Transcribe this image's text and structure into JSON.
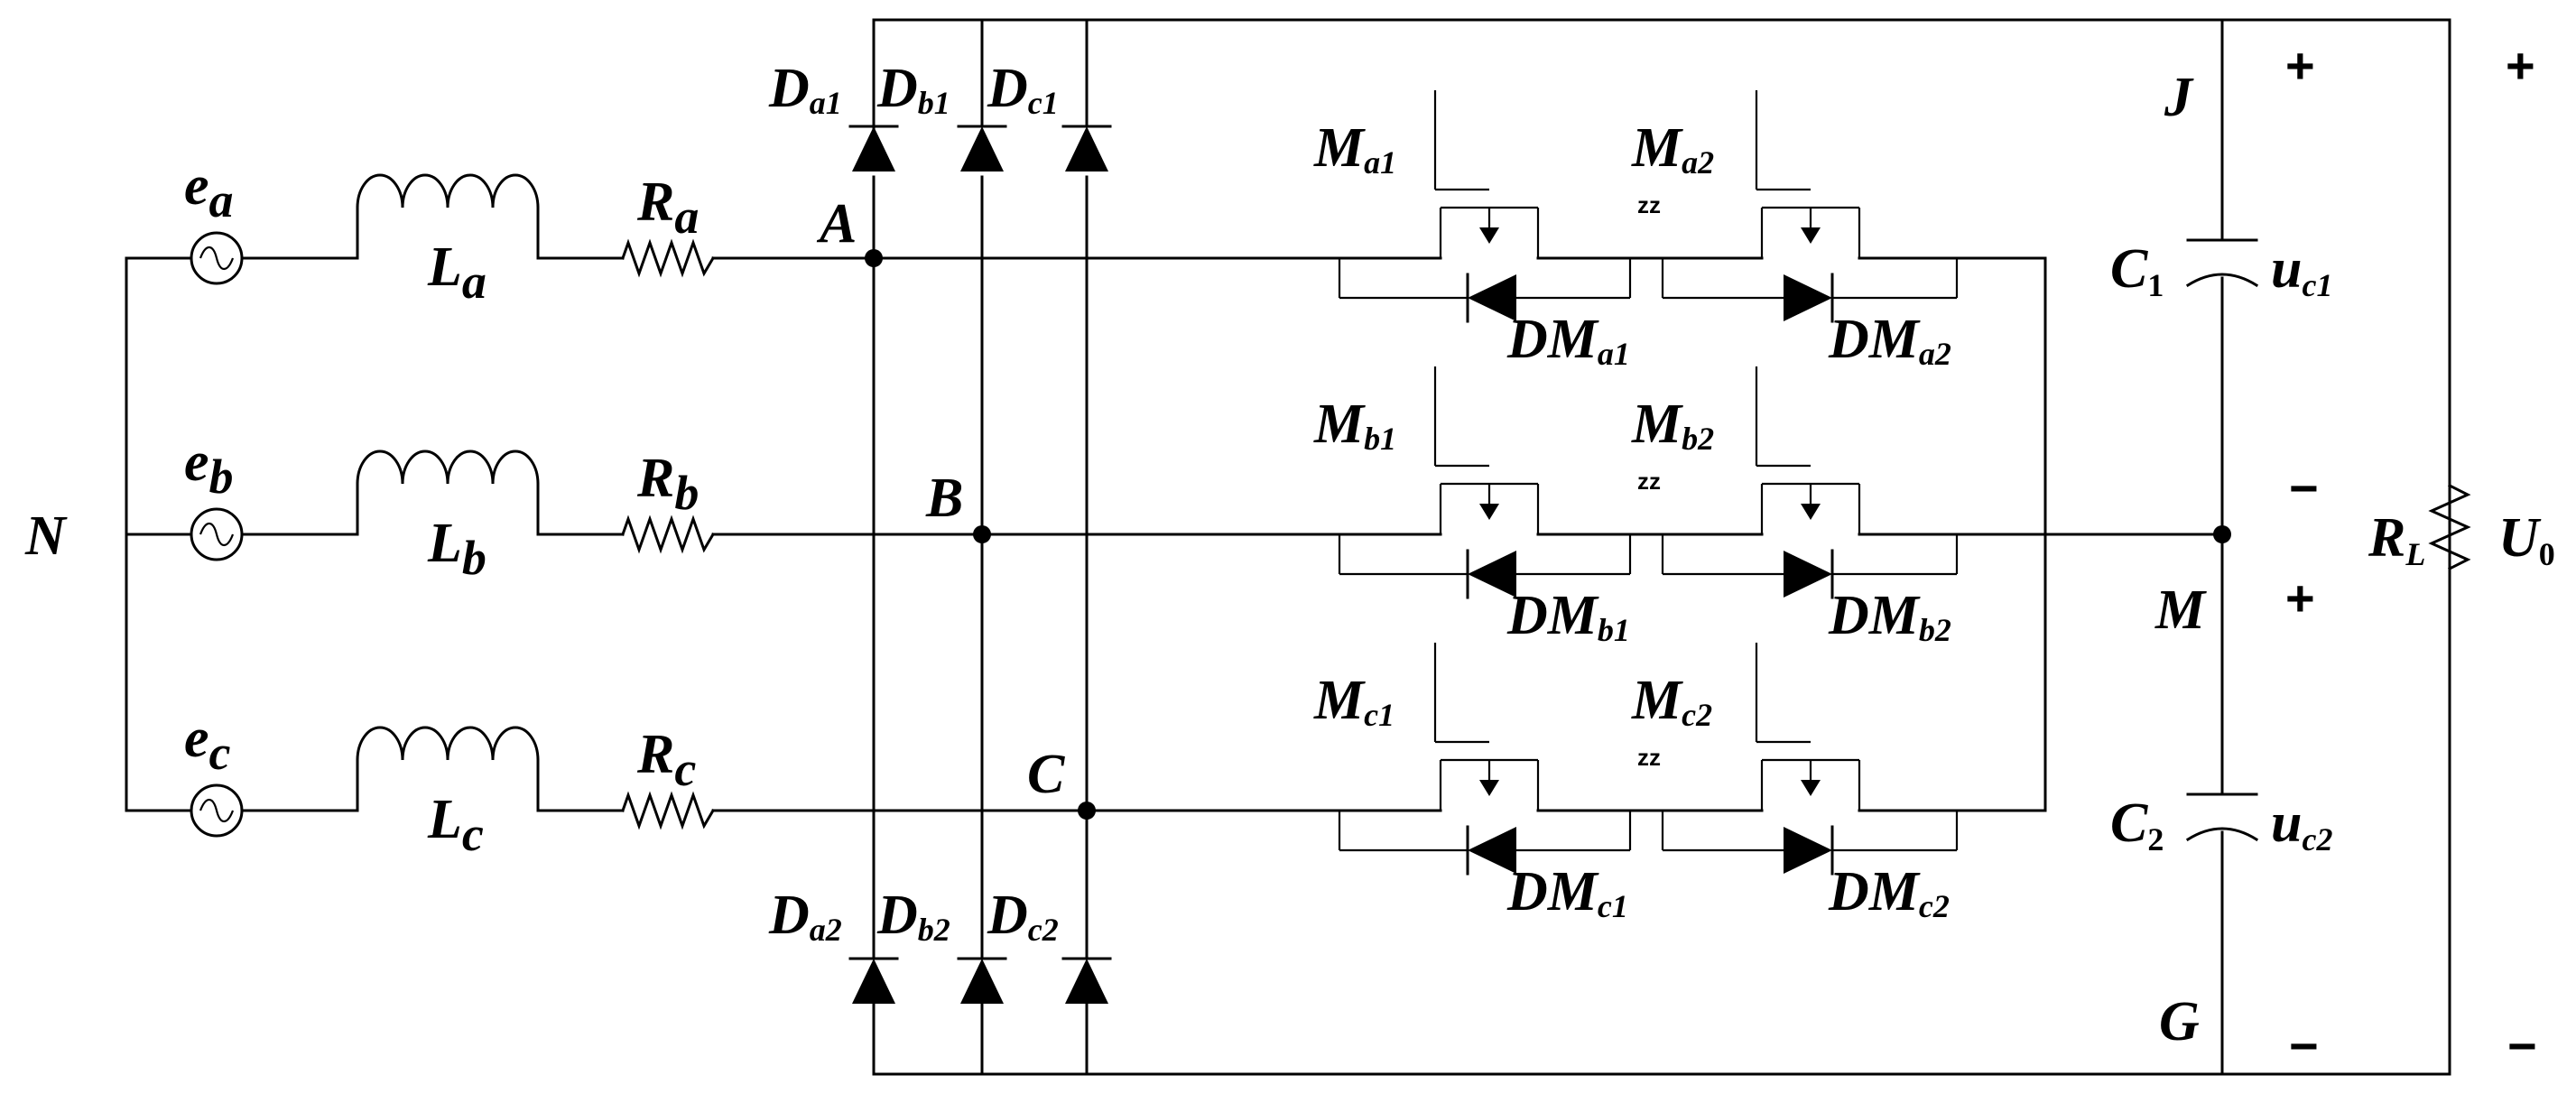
{
  "sources": [
    {
      "letter": "e",
      "sub": "a"
    },
    {
      "letter": "e",
      "sub": "b"
    },
    {
      "letter": "e",
      "sub": "c"
    }
  ],
  "inductors": [
    {
      "letter": "L",
      "sub": "a"
    },
    {
      "letter": "L",
      "sub": "b"
    },
    {
      "letter": "L",
      "sub": "c"
    }
  ],
  "resistors": [
    {
      "letter": "R",
      "sub": "a"
    },
    {
      "letter": "R",
      "sub": "b"
    },
    {
      "letter": "R",
      "sub": "c"
    }
  ],
  "neutral": "N",
  "nodes": {
    "A": "A",
    "B": "B",
    "C": "C",
    "J": "J",
    "M": "M",
    "G": "G"
  },
  "upper_diodes": [
    {
      "letter": "D",
      "sub": "a1"
    },
    {
      "letter": "D",
      "sub": "b1"
    },
    {
      "letter": "D",
      "sub": "c1"
    }
  ],
  "lower_diodes": [
    {
      "letter": "D",
      "sub": "a2"
    },
    {
      "letter": "D",
      "sub": "b2"
    },
    {
      "letter": "D",
      "sub": "c2"
    }
  ],
  "switches": [
    {
      "m1": "a1",
      "m2": "a2",
      "d1": "a1",
      "d2": "a2"
    },
    {
      "m1": "b1",
      "m2": "b2",
      "d1": "b1",
      "d2": "b2"
    },
    {
      "m1": "c1",
      "m2": "c2",
      "d1": "c1",
      "d2": "c2"
    }
  ],
  "switch_letter": "M",
  "body_diode_letter": "DM",
  "pair_mark": "zz",
  "capacitors": [
    {
      "letter": "C",
      "sub": "1",
      "voltage": "u",
      "vsub": "c1"
    },
    {
      "letter": "C",
      "sub": "2",
      "voltage": "u",
      "vsub": "c2"
    }
  ],
  "load": {
    "letter": "R",
    "sub": "L"
  },
  "output": {
    "letter": "U",
    "sub": "0"
  },
  "signs": {
    "plus": "+",
    "minus": "−"
  }
}
